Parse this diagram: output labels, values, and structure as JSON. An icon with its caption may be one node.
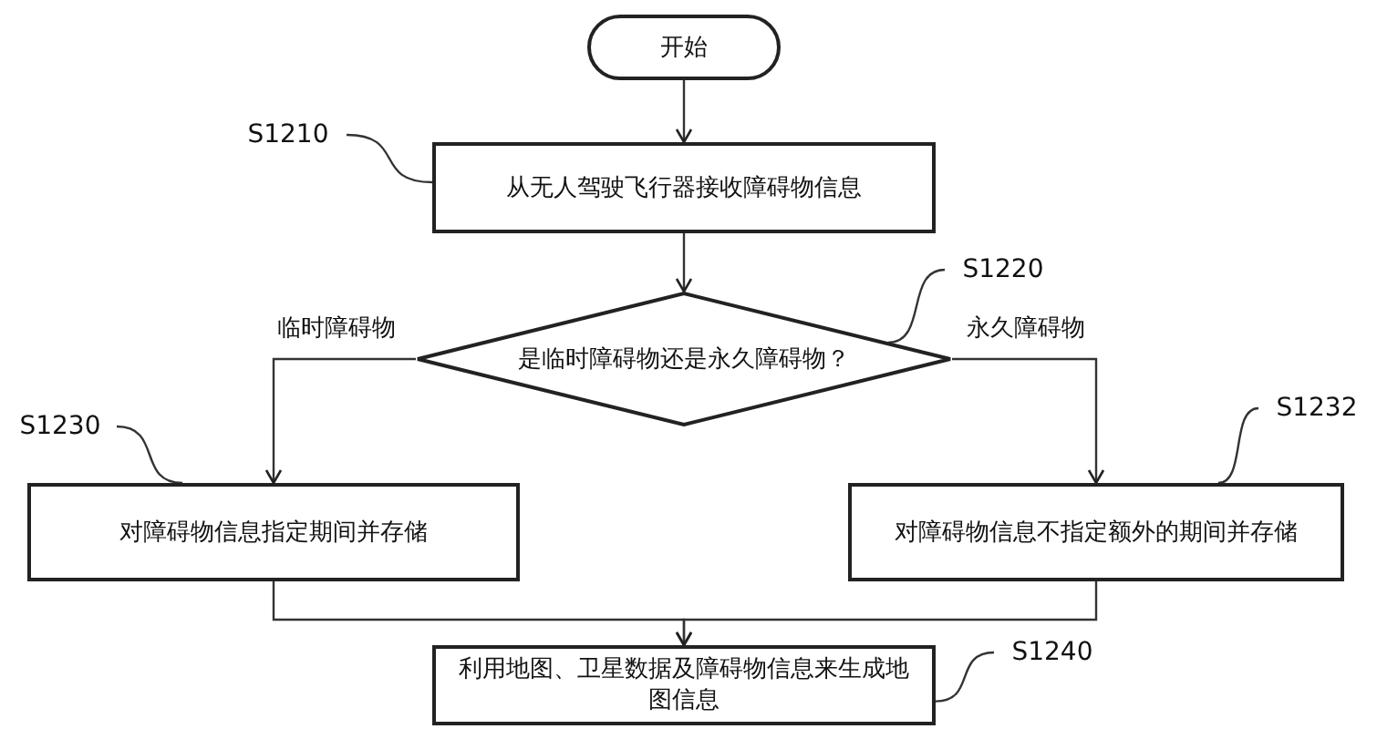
{
  "diagram": {
    "nodes": [
      {
        "text": [
          "开始"
        ]
      },
      {
        "text": [
          "从无人驾驶飞行器接收障碍物信息"
        ]
      },
      {
        "text": [
          "是临时障碍物还是永久障碍物？"
        ]
      },
      {
        "text": [
          "对障碍物信息指定期间并存储"
        ]
      },
      {
        "text": [
          "对障碍物信息不指定额外的期间并存储"
        ]
      },
      {
        "text": [
          "利用地图、卫星数据及障碍物信息来生成地图信息"
        ]
      },
      {
        "text": [
          "S1210"
        ]
      },
      {
        "text": [
          "S1220"
        ]
      },
      {
        "text": [
          "S1230"
        ]
      },
      {
        "text": [
          "S1232"
        ]
      },
      {
        "text": [
          "S1240"
        ]
      }
    ],
    "edges": [
      {
        "from": 0,
        "to": 1,
        "arrow": "to"
      },
      {
        "from": 1,
        "to": 2,
        "arrow": "to"
      },
      {
        "from": 2,
        "to": 3,
        "arrow": "to",
        "label": "临时障碍物"
      },
      {
        "from": 2,
        "to": 4,
        "arrow": "to",
        "label": "永久障碍物"
      },
      {
        "from": 3,
        "to": 5,
        "arrow": "to"
      },
      {
        "from": 4,
        "to": 5,
        "arrow": "to"
      },
      {
        "from": 6,
        "to": 1,
        "arrow": "none"
      },
      {
        "from": 7,
        "to": 2,
        "arrow": "none"
      },
      {
        "from": 8,
        "to": 3,
        "arrow": "none"
      },
      {
        "from": 9,
        "to": 4,
        "arrow": "none"
      },
      {
        "from": 10,
        "to": 5,
        "arrow": "none"
      }
    ]
  }
}
